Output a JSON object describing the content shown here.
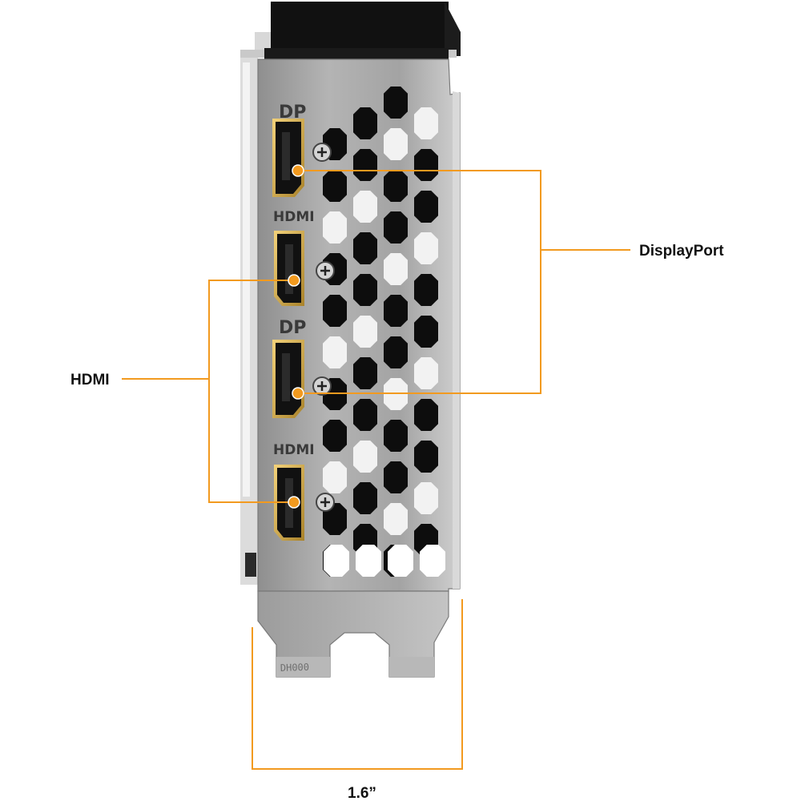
{
  "callouts": {
    "displayport": "DisplayPort",
    "hdmi": "HDMI",
    "width": "1.6”"
  },
  "bracket": {
    "port_labels": [
      "DP",
      "HDMI",
      "DP",
      "HDMI"
    ],
    "tab_marking": "DH000"
  },
  "colors": {
    "accent": "#f29a1f",
    "bracket_metal": "#a9a9a9",
    "background": "#ffffff"
  }
}
